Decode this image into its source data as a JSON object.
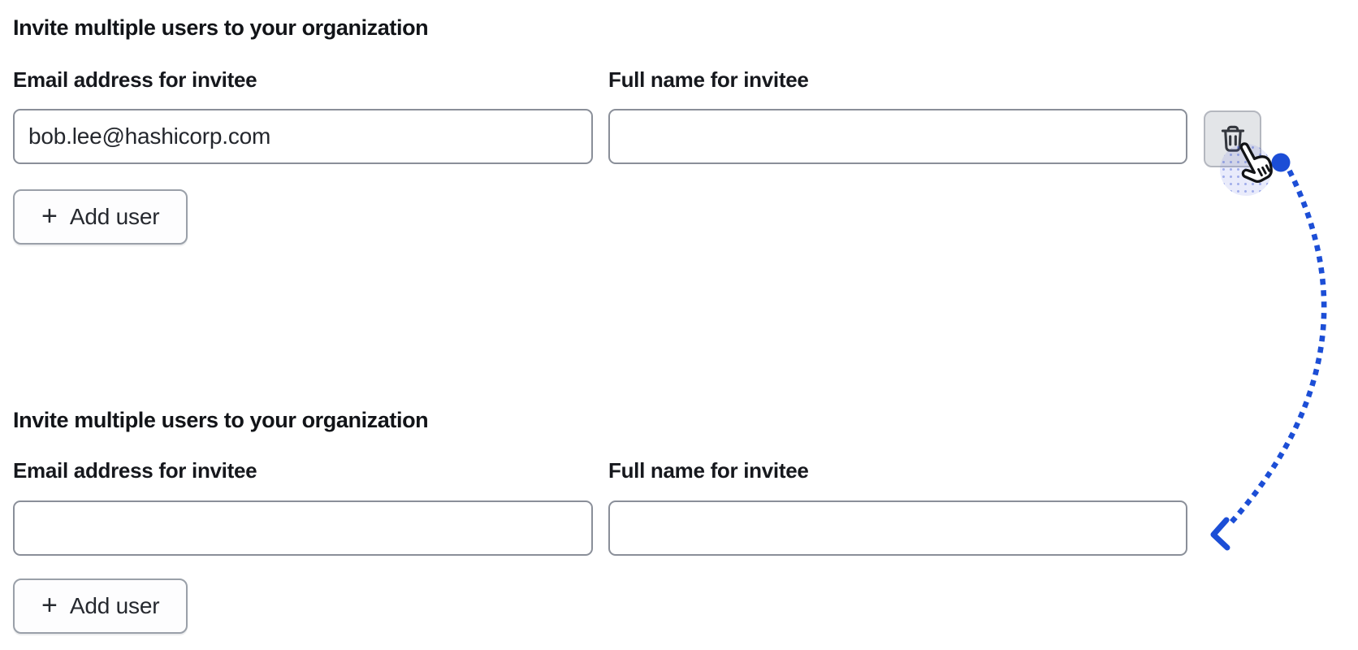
{
  "sections": [
    {
      "heading": "Invite multiple users to your organization",
      "fields": [
        {
          "label": "Email address for invitee",
          "value": "bob.lee@hashicorp.com"
        },
        {
          "label": "Full name for invitee",
          "value": ""
        }
      ],
      "add_user_button": {
        "plus": "+",
        "label": "Add user"
      }
    },
    {
      "heading": "Invite multiple users to your organization",
      "fields": [
        {
          "label": "Email address for invitee",
          "value": ""
        },
        {
          "label": "Full name for invitee",
          "value": ""
        }
      ],
      "add_user_button": {
        "plus": "+",
        "label": "Add user"
      }
    }
  ],
  "icons": {
    "trash": "trash-icon",
    "cursor": "hand-pointer-cursor",
    "arrow": "dotted-curved-arrow"
  },
  "colors": {
    "annotation_blue": "#1c4ed6",
    "input_border": "#8a8f99",
    "button_border": "#9aa0a9",
    "trash_button_bg": "#e3e5e8",
    "text": "#16181d",
    "background": "#ffffff"
  }
}
